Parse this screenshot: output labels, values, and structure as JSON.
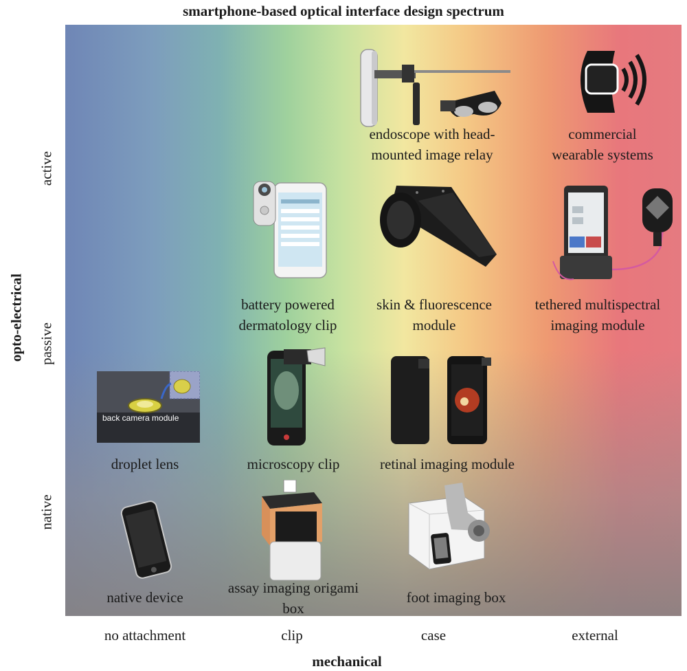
{
  "title": "smartphone-based optical interface design spectrum",
  "y_axis": {
    "label": "opto-electrical",
    "levels": [
      "active",
      "passive",
      "native"
    ]
  },
  "x_axis": {
    "label": "mechanical",
    "levels": [
      "no attachment",
      "clip",
      "case",
      "external"
    ]
  },
  "items": {
    "endoscope": {
      "line1": "endoscope with head-",
      "line2": "mounted image relay"
    },
    "wearable": {
      "line1": "commercial",
      "line2": "wearable systems"
    },
    "dermatology": {
      "line1": "battery powered",
      "line2": "dermatology clip"
    },
    "skin": {
      "line1": "skin & fluorescence",
      "line2": "module"
    },
    "tethered": {
      "line1": "tethered multispectral",
      "line2": "imaging module"
    },
    "droplet": {
      "line1": "droplet lens",
      "inset": "back camera module"
    },
    "microscopy": {
      "line1": "microscopy clip"
    },
    "retinal": {
      "line1": "retinal imaging module"
    },
    "native": {
      "line1": "native device"
    },
    "origami": {
      "line1": "assay imaging origami",
      "line2": "box"
    },
    "foot": {
      "line1": "foot imaging box"
    }
  }
}
